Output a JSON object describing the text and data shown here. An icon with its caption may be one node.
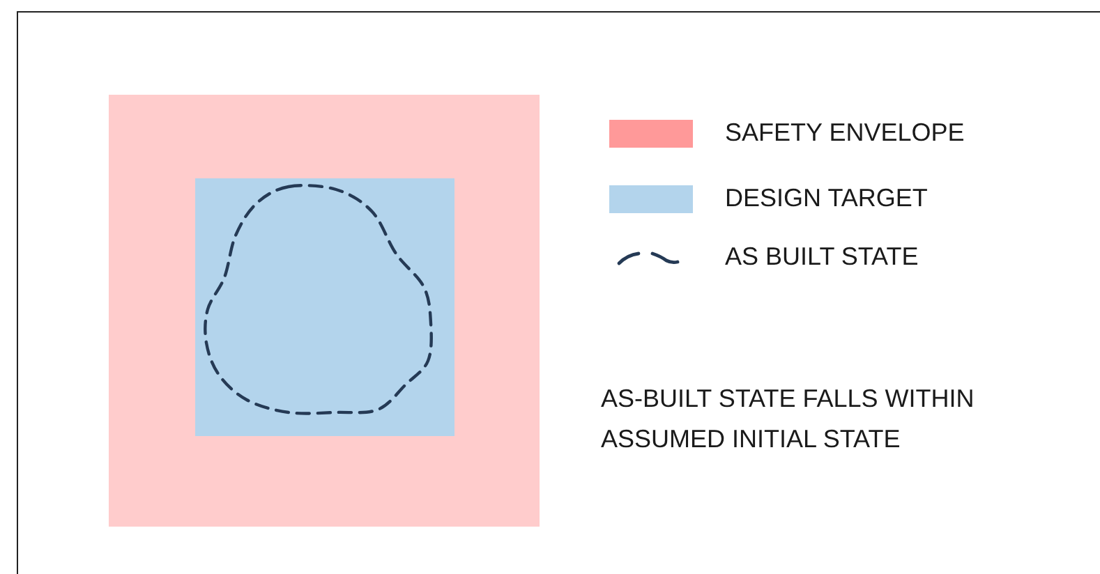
{
  "diagram": {
    "nodes": [
      {
        "text": [],
        "shape": "box"
      },
      {
        "text": [],
        "shape": "box",
        "in": 0
      },
      {
        "text": [],
        "shape": "blob",
        "in": 1
      }
    ],
    "edges": [],
    "labels": [
      "AS-BUILT STATE FALLS WITHIN ASSUMED INITIAL STATE"
    ],
    "legend": [
      {
        "text": "SAFETY ENVELOPE",
        "color": "#ff9999"
      },
      {
        "text": "DESIGN TARGET",
        "color": "#b3d4ec"
      },
      {
        "text": "AS BUILT STATE"
      }
    ]
  }
}
